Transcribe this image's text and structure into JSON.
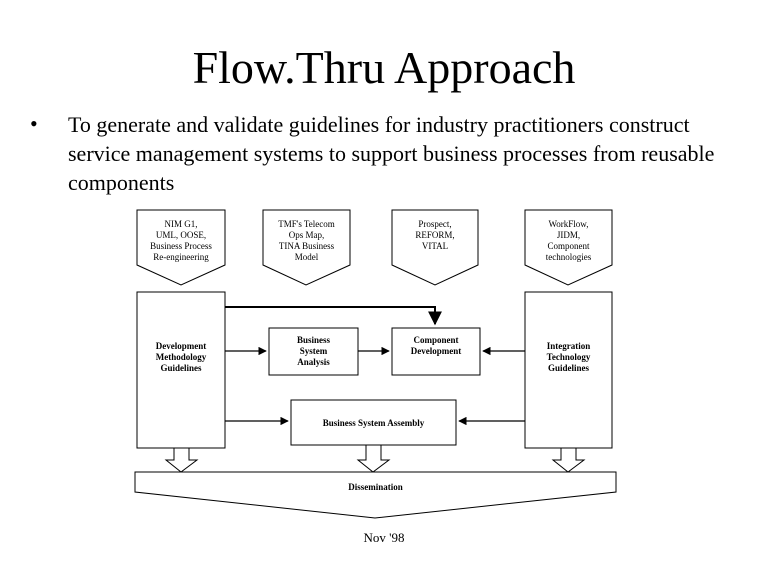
{
  "slide": {
    "title": "Flow.Thru Approach",
    "bullet_marker": "•",
    "bullet": "To generate and validate guidelines for industry practitioners construct service management systems to support business processes from reusable components",
    "footer": "Nov '98"
  },
  "diagram": {
    "inputs": [
      {
        "id": "input-nmf",
        "lines": [
          "NIM G1,",
          "UML, OOSE,",
          "Business Process",
          "Re-engineering"
        ]
      },
      {
        "id": "input-tmf",
        "lines": [
          "TMF's Telecom",
          "Ops Map,",
          "TINA Business",
          "Model"
        ]
      },
      {
        "id": "input-prospect",
        "lines": [
          "Prospect,",
          "REFORM,",
          "VITAL"
        ]
      },
      {
        "id": "input-workflow",
        "lines": [
          "WorkFlow,",
          "JIDM,",
          "Component",
          "technologies"
        ]
      }
    ],
    "boxes": {
      "dev_method": [
        "Development",
        "Methodology",
        "Guidelines"
      ],
      "business_analysis": [
        "Business",
        "System",
        "Analysis"
      ],
      "component_dev": [
        "Component",
        "Development"
      ],
      "integration": [
        "Integration",
        "Technology",
        "Guidelines"
      ],
      "assembly": "Business System Assembly",
      "dissemination": "Dissemination"
    }
  }
}
